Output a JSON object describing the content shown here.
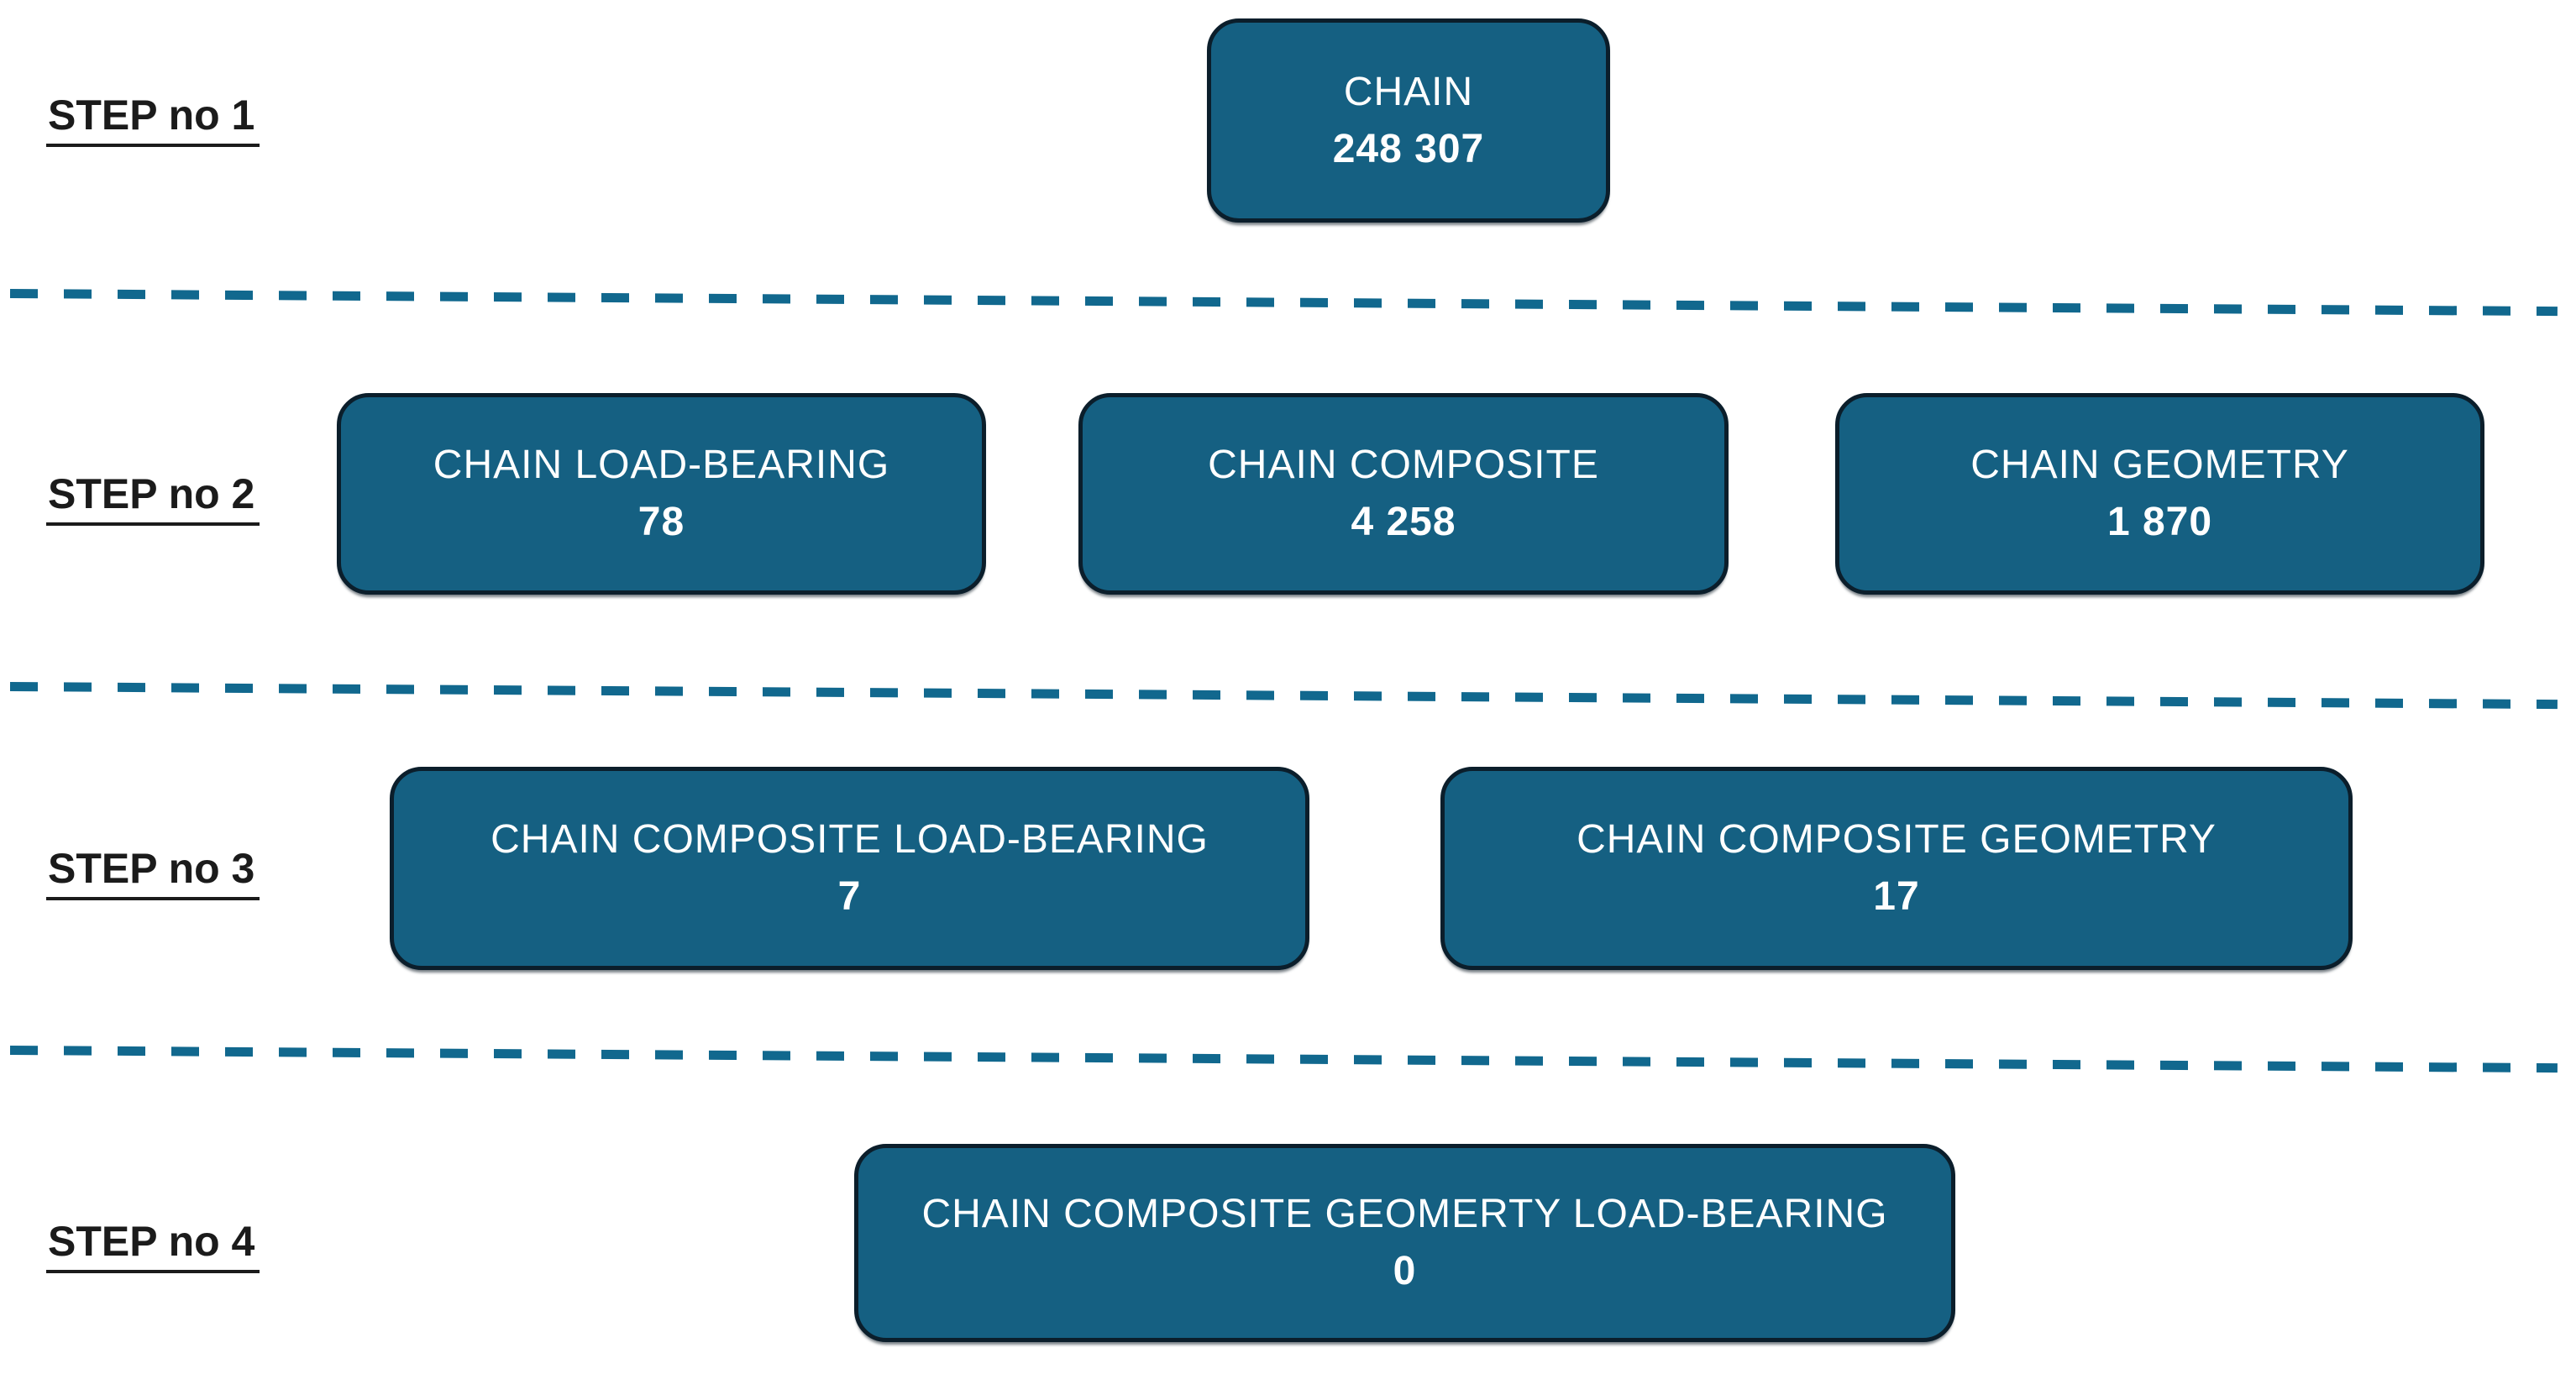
{
  "diagram": {
    "colors": {
      "box-fill": "#156082",
      "box-border": "#0b1e2b",
      "dash": "#11688e",
      "label": "#1b1b1b",
      "box-text": "#ffffff",
      "bg": "#ffffff"
    },
    "steps": [
      {
        "label": "STEP no 1",
        "boxes": [
          {
            "term": "CHAIN",
            "count": "248 307"
          }
        ]
      },
      {
        "label": "STEP no 2",
        "boxes": [
          {
            "term": "CHAIN LOAD-BEARING",
            "count": "78"
          },
          {
            "term": "CHAIN COMPOSITE",
            "count": "4 258"
          },
          {
            "term": "CHAIN GEOMETRY",
            "count": "1 870"
          }
        ]
      },
      {
        "label": "STEP no 3",
        "boxes": [
          {
            "term": "CHAIN COMPOSITE LOAD-BEARING",
            "count": "7"
          },
          {
            "term": "CHAIN COMPOSITE GEOMETRY",
            "count": "17"
          }
        ]
      },
      {
        "label": "STEP no 4",
        "boxes": [
          {
            "term": "CHAIN COMPOSITE GEOMERTY LOAD-BEARING",
            "count": "0"
          }
        ]
      }
    ]
  }
}
